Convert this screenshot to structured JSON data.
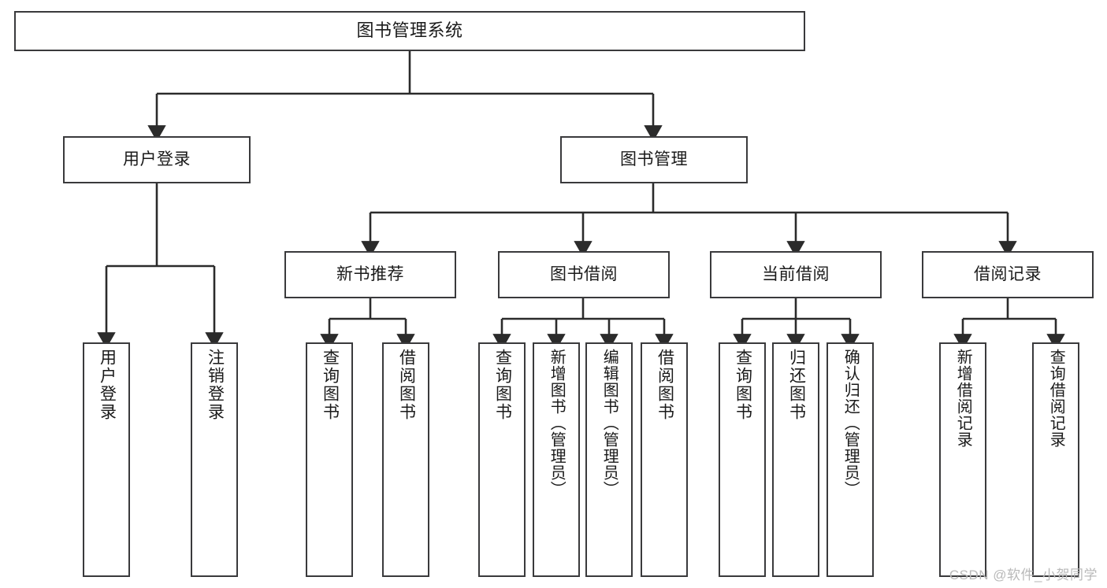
{
  "diagram": {
    "type": "tree",
    "title": "图书管理系统",
    "colors": {
      "box_fill": "#ffffff",
      "box_border": "#3a3a3c",
      "text": "#1a1a1a",
      "connector": "#2b2b2b",
      "watermark": "#b9b9b9",
      "background": "#ffffff"
    },
    "root": {
      "label": "图书管理系统"
    },
    "level1": [
      {
        "label": "用户登录"
      },
      {
        "label": "图书管理"
      }
    ],
    "level2": [
      {
        "label": "新书推荐"
      },
      {
        "label": "图书借阅"
      },
      {
        "label": "当前借阅"
      },
      {
        "label": "借阅记录"
      }
    ],
    "leaves": {
      "user_login": [
        {
          "label": "用户登录"
        },
        {
          "label": "注销登录"
        }
      ],
      "new_book_recommend": [
        {
          "label": "查询图书"
        },
        {
          "label": "借阅图书"
        }
      ],
      "book_borrow": [
        {
          "label": "查询图书"
        },
        {
          "label": "新增图书（管理员）"
        },
        {
          "label": "编辑图书（管理员）"
        },
        {
          "label": "借阅图书"
        }
      ],
      "current_borrow": [
        {
          "label": "查询图书"
        },
        {
          "label": "归还图书"
        },
        {
          "label": "确认归还（管理员）"
        }
      ],
      "borrow_record": [
        {
          "label": "新增借阅记录"
        },
        {
          "label": "查询借阅记录"
        }
      ]
    }
  },
  "watermark": {
    "text": "CSDN @软件_小贺同学"
  }
}
